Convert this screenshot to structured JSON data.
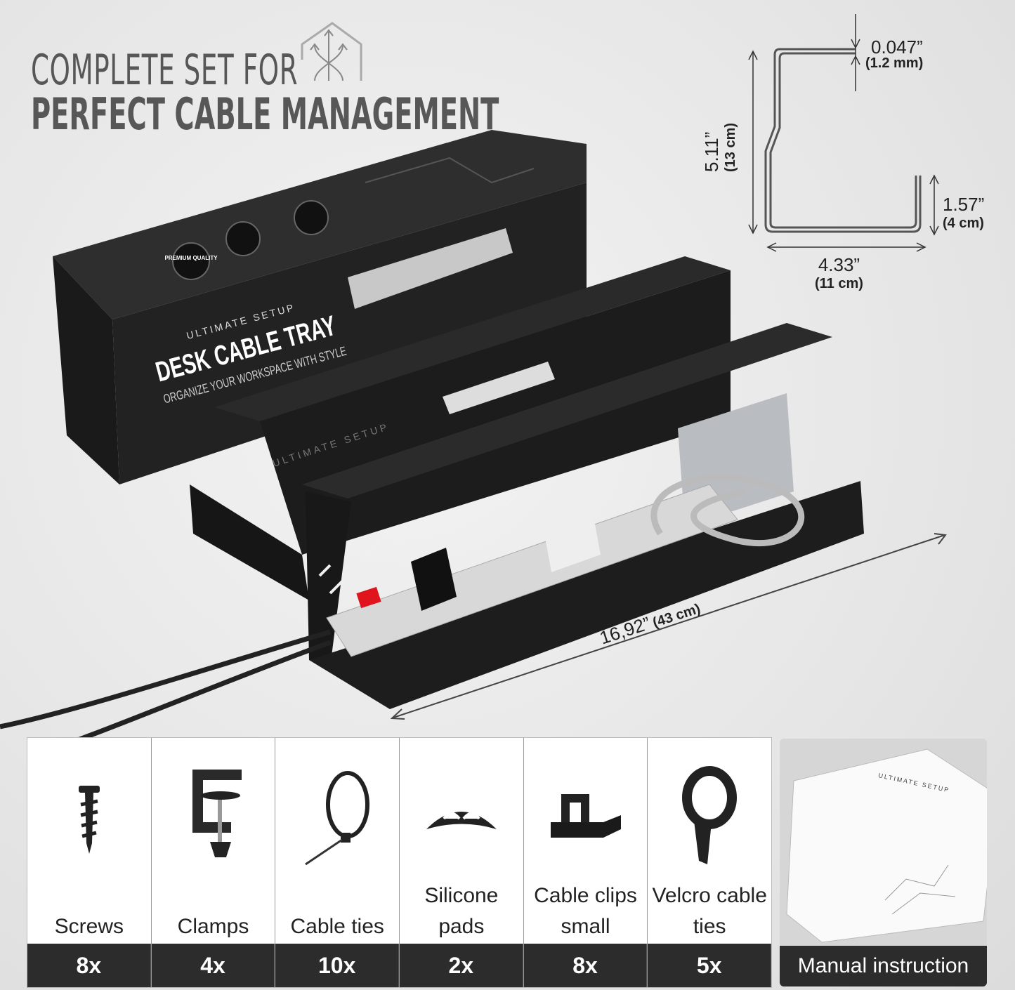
{
  "headline": {
    "line1": "COMPLETE SET FOR",
    "line2": "PERFECT CABLE MANAGEMENT"
  },
  "box": {
    "brand": "ULTIMATE SETUP",
    "product": "DESK CABLE TRAY",
    "tagline": "ORGANIZE YOUR WORKSPACE WITH STYLE",
    "badge": "PREMIUM QUALITY"
  },
  "tray": {
    "brand": "ULTIMATE SETUP"
  },
  "dimensions": {
    "thickness": {
      "imperial": "0.047”",
      "metric": "(1.2 mm)"
    },
    "height": {
      "imperial": "5.11”",
      "metric": "(13 cm)"
    },
    "lip": {
      "imperial": "1.57”",
      "metric": "(4 cm)"
    },
    "depth": {
      "imperial": "4.33”",
      "metric": "(11 cm)"
    },
    "length": {
      "imperial": "16,92”",
      "metric": "(43 cm)"
    }
  },
  "accessories": [
    {
      "name": "Screws",
      "count": "8x",
      "icon": "screw-icon"
    },
    {
      "name": "Clamps",
      "count": "4x",
      "icon": "clamp-icon"
    },
    {
      "name": "Cable ties",
      "count": "10x",
      "icon": "cable-tie-icon"
    },
    {
      "name": "Silicone pads",
      "count": "2x",
      "icon": "silicone-pad-icon"
    },
    {
      "name": "Cable clips small",
      "count": "8x",
      "icon": "cable-clip-icon"
    },
    {
      "name": "Velcro cable ties",
      "count": "5x",
      "icon": "velcro-tie-icon"
    }
  ],
  "manual": {
    "label": "Manual instruction",
    "brand": "ULTIMATE SETUP"
  },
  "colors": {
    "tray": "#1c1c1c",
    "switch": "#e0141c",
    "background": "#e8e8e8",
    "bar": "#2c2c2c"
  }
}
